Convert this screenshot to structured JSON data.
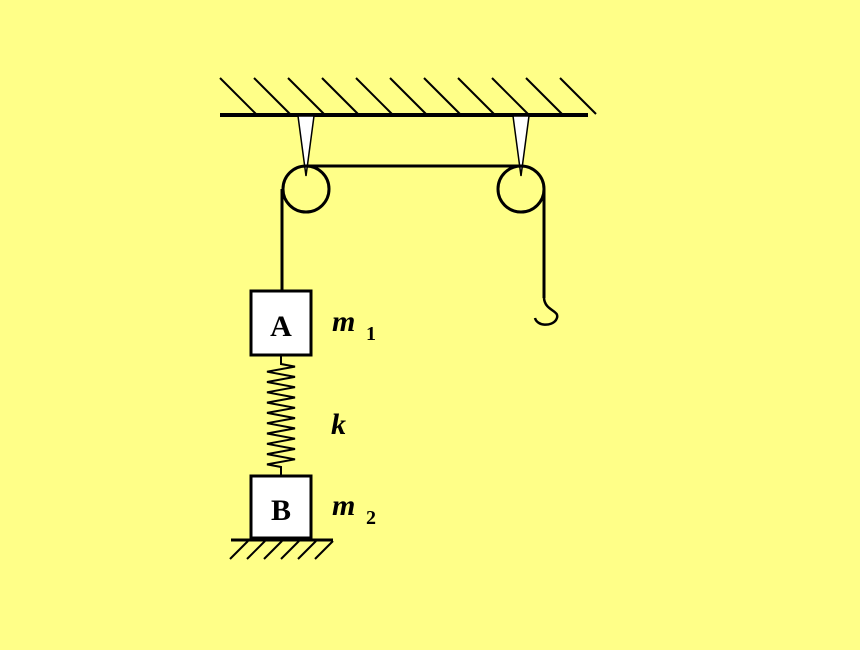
{
  "colors": {
    "background": "#FFFF88",
    "stroke": "#000000",
    "block_fill": "#FFFFFF",
    "hanger_fill": "#FFFFFF"
  },
  "block_a": {
    "label": "A",
    "mass_symbol": "m",
    "mass_subscript": "1"
  },
  "block_b": {
    "label": "B",
    "mass_symbol": "m",
    "mass_subscript": "2"
  },
  "spring": {
    "label": "k"
  }
}
